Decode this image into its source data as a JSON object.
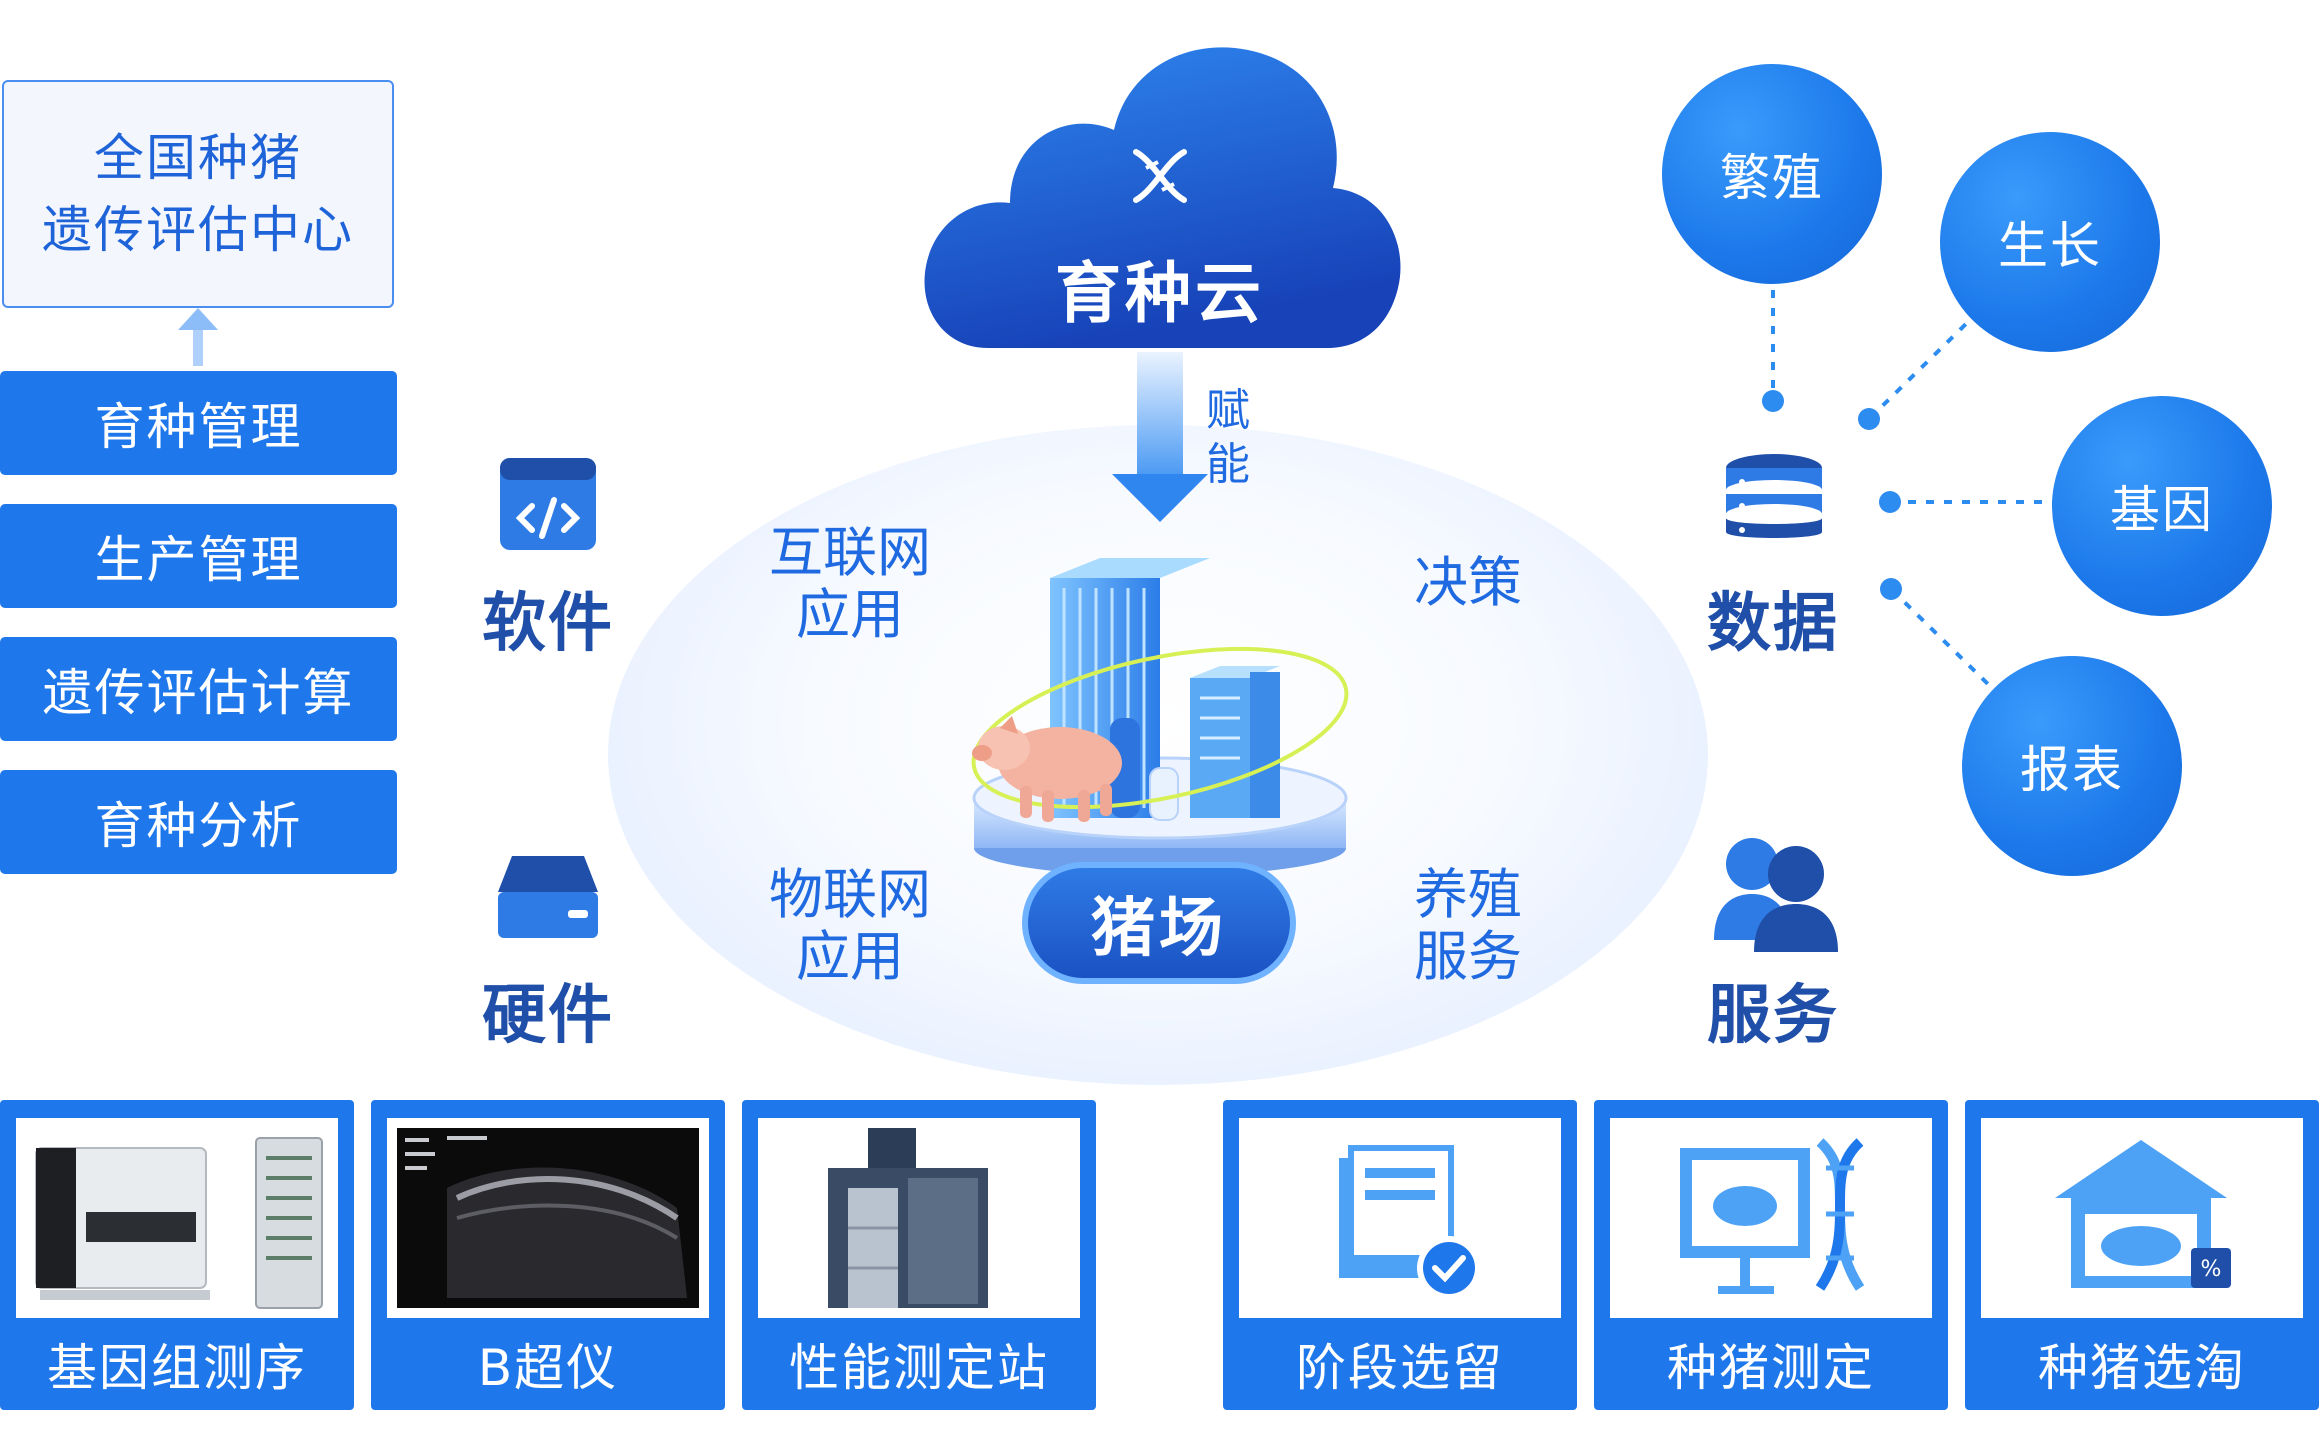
{
  "left_panel": {
    "center_line1": "全国种猪",
    "center_line2": "遗传评估中心",
    "items": [
      {
        "label": "育种管理"
      },
      {
        "label": "生产管理"
      },
      {
        "label": "遗传评估计算"
      },
      {
        "label": "育种分析"
      }
    ]
  },
  "cloud": {
    "title": "育种云",
    "icon": "dna-icon"
  },
  "empower": {
    "line1": "赋",
    "line2": "能"
  },
  "farm": {
    "label": "猪场"
  },
  "quadrants": {
    "internet_app": {
      "line1": "互联网",
      "line2": "应用"
    },
    "decision": {
      "line1": "决策"
    },
    "iot_app": {
      "line1": "物联网",
      "line2": "应用"
    },
    "farming_service": {
      "line1": "养殖",
      "line2": "服务"
    }
  },
  "categories": {
    "software": {
      "label": "软件",
      "icon": "code-icon"
    },
    "hardware": {
      "label": "硬件",
      "icon": "server-icon"
    },
    "data": {
      "label": "数据",
      "icon": "database-icon"
    },
    "service": {
      "label": "服务",
      "icon": "users-icon"
    }
  },
  "data_bubbles": {
    "breeding": "繁殖",
    "growth": "生长",
    "gene": "基因",
    "report": "报表"
  },
  "cards": [
    {
      "label": "基因组测序",
      "image": "sequencer-photo"
    },
    {
      "label": "B超仪",
      "image": "ultrasound-photo"
    },
    {
      "label": "性能测定站",
      "image": "measuring-station-photo"
    },
    {
      "label": "阶段选留",
      "image": "document-check-icon"
    },
    {
      "label": "种猪测定",
      "image": "monitor-pig-dna-icon"
    },
    {
      "label": "种猪选淘",
      "image": "pig-house-icon"
    }
  ],
  "colors": {
    "primary": "#1e78ec",
    "dark_blue": "#1f4fa8",
    "text_blue": "#1f6ae0"
  }
}
